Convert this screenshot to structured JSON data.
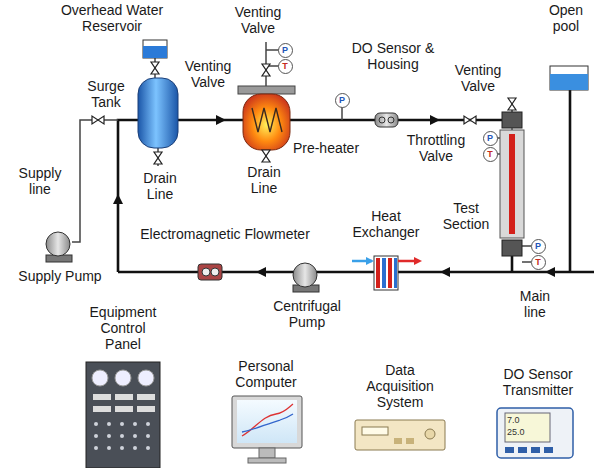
{
  "diagram": {
    "nodes": [
      {
        "text": [
          "P"
        ]
      },
      {
        "text": [
          "T"
        ]
      },
      {
        "text": [
          "P"
        ]
      },
      {
        "text": [
          "P"
        ]
      },
      {
        "text": [
          "T"
        ]
      },
      {
        "text": [
          "P"
        ]
      },
      {
        "text": [
          "T"
        ]
      }
    ],
    "labels": [
      "Overhead Water Reservoir",
      "Venting Valve",
      "Venting Valve",
      "DO Sensor & Housing",
      "Venting Valve",
      "Open pool",
      "Surge Tank",
      "Pre-heater",
      "Throttling Valve",
      "Supply line",
      "Drain Line",
      "Drain Line",
      "Test Section",
      "Heat Exchanger",
      "Electromagnetic Flowmeter",
      "Main line",
      "Supply Pump",
      "Centrifugal Pump",
      "Equipment Control Panel",
      "Personal Computer",
      "Data Acquisition System",
      "DO Sensor Transmitter",
      "7.0",
      "25.0"
    ]
  }
}
